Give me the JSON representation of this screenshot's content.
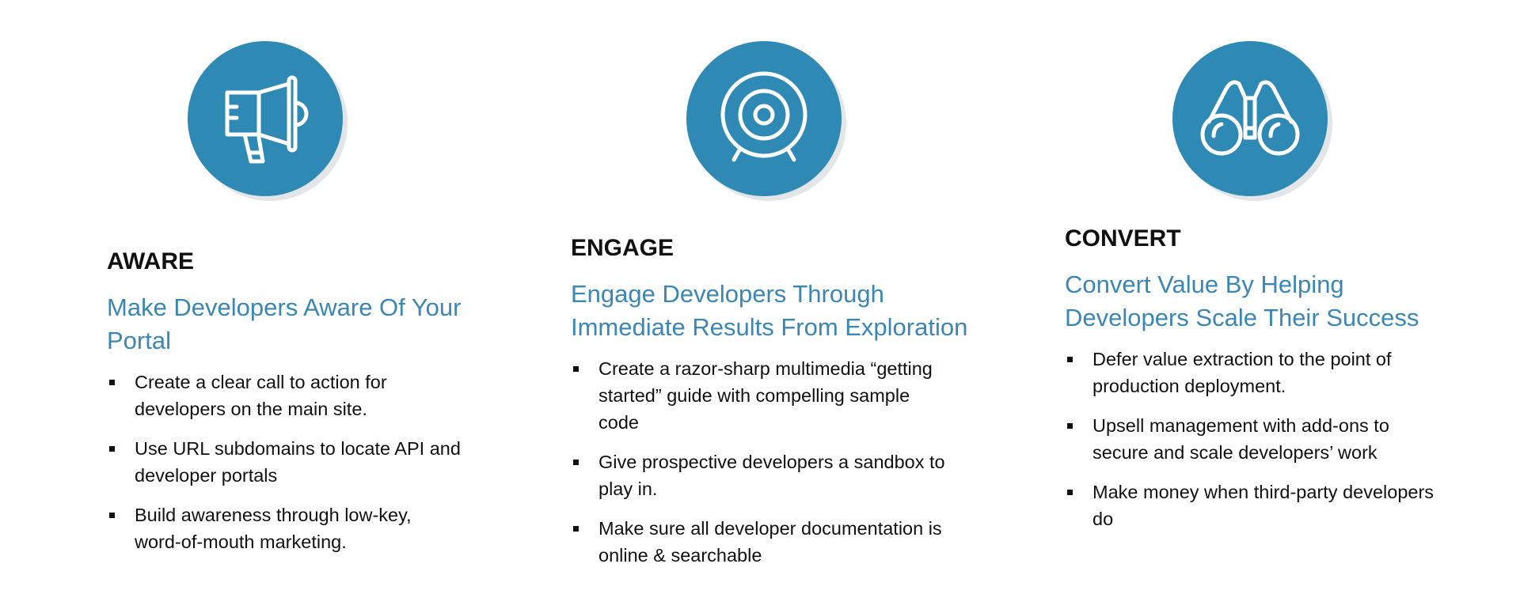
{
  "colors": {
    "accent": "#2f89b5",
    "subtitle": "#3a87b5"
  },
  "columns": [
    {
      "icon": "megaphone-icon",
      "title": "AWARE",
      "subtitle_lines": [
        "Make Developers Aware Of Your",
        "Portal"
      ],
      "bullets": [
        {
          "lines": [
            "Create a clear call to action for",
            "developers on the main site."
          ]
        },
        {
          "lines": [
            "Use URL subdomains to locate API and",
            "developer portals"
          ]
        },
        {
          "lines": [
            "Build awareness through low-key,",
            "word-of-mouth marketing."
          ]
        }
      ]
    },
    {
      "icon": "target-icon",
      "title": "ENGAGE",
      "subtitle_lines": [
        "Engage Developers Through",
        "Immediate Results From Exploration"
      ],
      "bullets": [
        {
          "lines": [
            "Create a razor-sharp multimedia “getting",
            "started” guide with compelling sample",
            "code"
          ]
        },
        {
          "lines": [
            "Give prospective developers a sandbox to",
            "play in."
          ]
        },
        {
          "lines": [
            "Make sure all developer documentation is",
            "online & searchable"
          ]
        }
      ]
    },
    {
      "icon": "binoculars-icon",
      "title": "CONVERT",
      "subtitle_lines": [
        "Convert Value By Helping",
        "Developers Scale Their Success"
      ],
      "bullets": [
        {
          "lines": [
            "Defer value extraction to the point of",
            "production deployment."
          ]
        },
        {
          "lines": [
            "Upsell management with add-ons to",
            "secure and scale developers’ work"
          ]
        },
        {
          "lines": [
            "Make money when third-party developers",
            "do"
          ]
        }
      ]
    }
  ]
}
